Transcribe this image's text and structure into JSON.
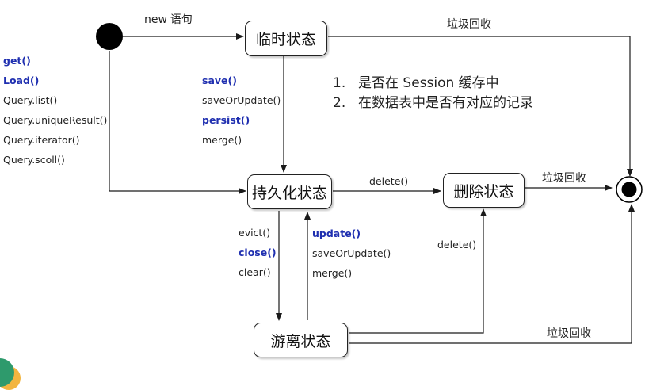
{
  "states": {
    "transient": "临时状态",
    "persistent": "持久化状态",
    "removed": "删除状态",
    "detached": "游离状态"
  },
  "edges": {
    "new_kw": "new",
    "new_suffix": "语句",
    "gc_top": "垃圾回收",
    "gc_right": "垃圾回收",
    "gc_bottom": "垃圾回收",
    "delete_top": "delete()",
    "delete_bottom": "delete()"
  },
  "left_methods": [
    "get()",
    "Load()",
    "Query.list()",
    "Query.uniqueResult()",
    "Query.iterator()",
    "Query.scoll()"
  ],
  "save_methods": [
    "save()",
    "saveOrUpdate()",
    "persist()",
    "merge()"
  ],
  "evict_methods": [
    "evict()",
    "close()",
    "clear()"
  ],
  "update_methods": [
    "update()",
    "saveOrUpdate()",
    "merge()"
  ],
  "notes": [
    {
      "num": "1.",
      "text": "是否在 Session 缓存中"
    },
    {
      "num": "2.",
      "text": "在数据表中是否有对应的记录"
    }
  ],
  "colors": {
    "highlight": "#1f2fb0",
    "line": "#1a1a1a"
  }
}
